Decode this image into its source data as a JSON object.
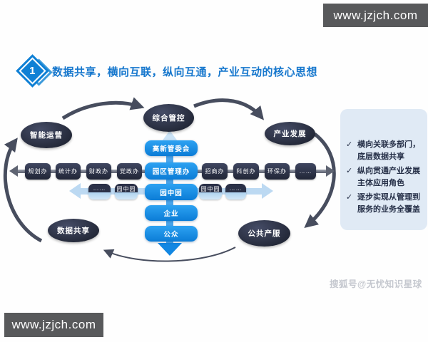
{
  "watermarks": {
    "top_bar": "www.jzjch.com",
    "bottom_bar": "www.jzjch.com",
    "publisher": "搜狐号@无忧知识星球"
  },
  "title": {
    "number": "1",
    "text": "数据共享，横向互联，纵向互通，产业互动的核心思想"
  },
  "cycle_nodes": {
    "top": "综合管控",
    "left_top": "智能运营",
    "right_top": "产业发展",
    "left_bottom": "数据共享",
    "right_bottom": "公共产服"
  },
  "center_column": [
    "高新管委会",
    "园区管理办",
    "园中园",
    "企业",
    "公众"
  ],
  "departments_row": {
    "left": [
      "规划办",
      "统计办",
      "财政办",
      "党政办"
    ],
    "right": [
      "招商办",
      "科创办",
      "环保办",
      "……"
    ]
  },
  "parks_row": {
    "left": [
      "……",
      "园中园"
    ],
    "right": [
      "园中园",
      "……"
    ]
  },
  "side_panel": {
    "check": "✓",
    "items": [
      "横向关联多部门，底层数据共享",
      "纵向贯通产业发展主体应用角色",
      "逐步实现从管理到服务的业务全覆盖"
    ]
  },
  "colors": {
    "accent_blue": "#0d82dc",
    "dark_navy": "#262b3e",
    "light_blue": "#bcd9f2",
    "panel_bg": "#e0eaf5",
    "bar_gray": "#58595b",
    "title_blue": "#1677cd"
  }
}
